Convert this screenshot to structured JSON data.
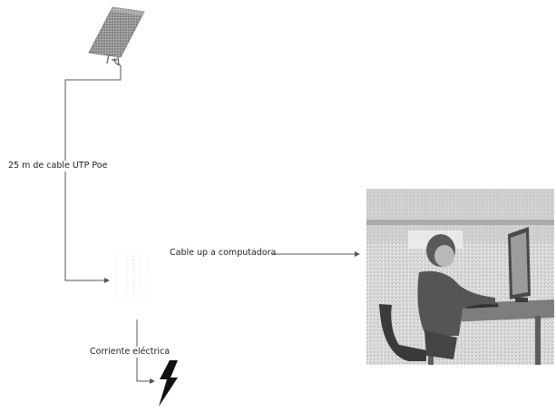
{
  "labels": {
    "cable_poe": "25 m de cable UTP Poe",
    "cable_pc": "Cable up a computadora",
    "power": "Corriente eléctrica"
  },
  "icons": {
    "antenna": "panel-antenna-icon",
    "poe_injector": "poe-injector-icon",
    "power": "lightning-bolt-icon",
    "computer_user": "child-at-computer-image"
  },
  "colors": {
    "line": "#555555",
    "bolt": "#111111"
  }
}
